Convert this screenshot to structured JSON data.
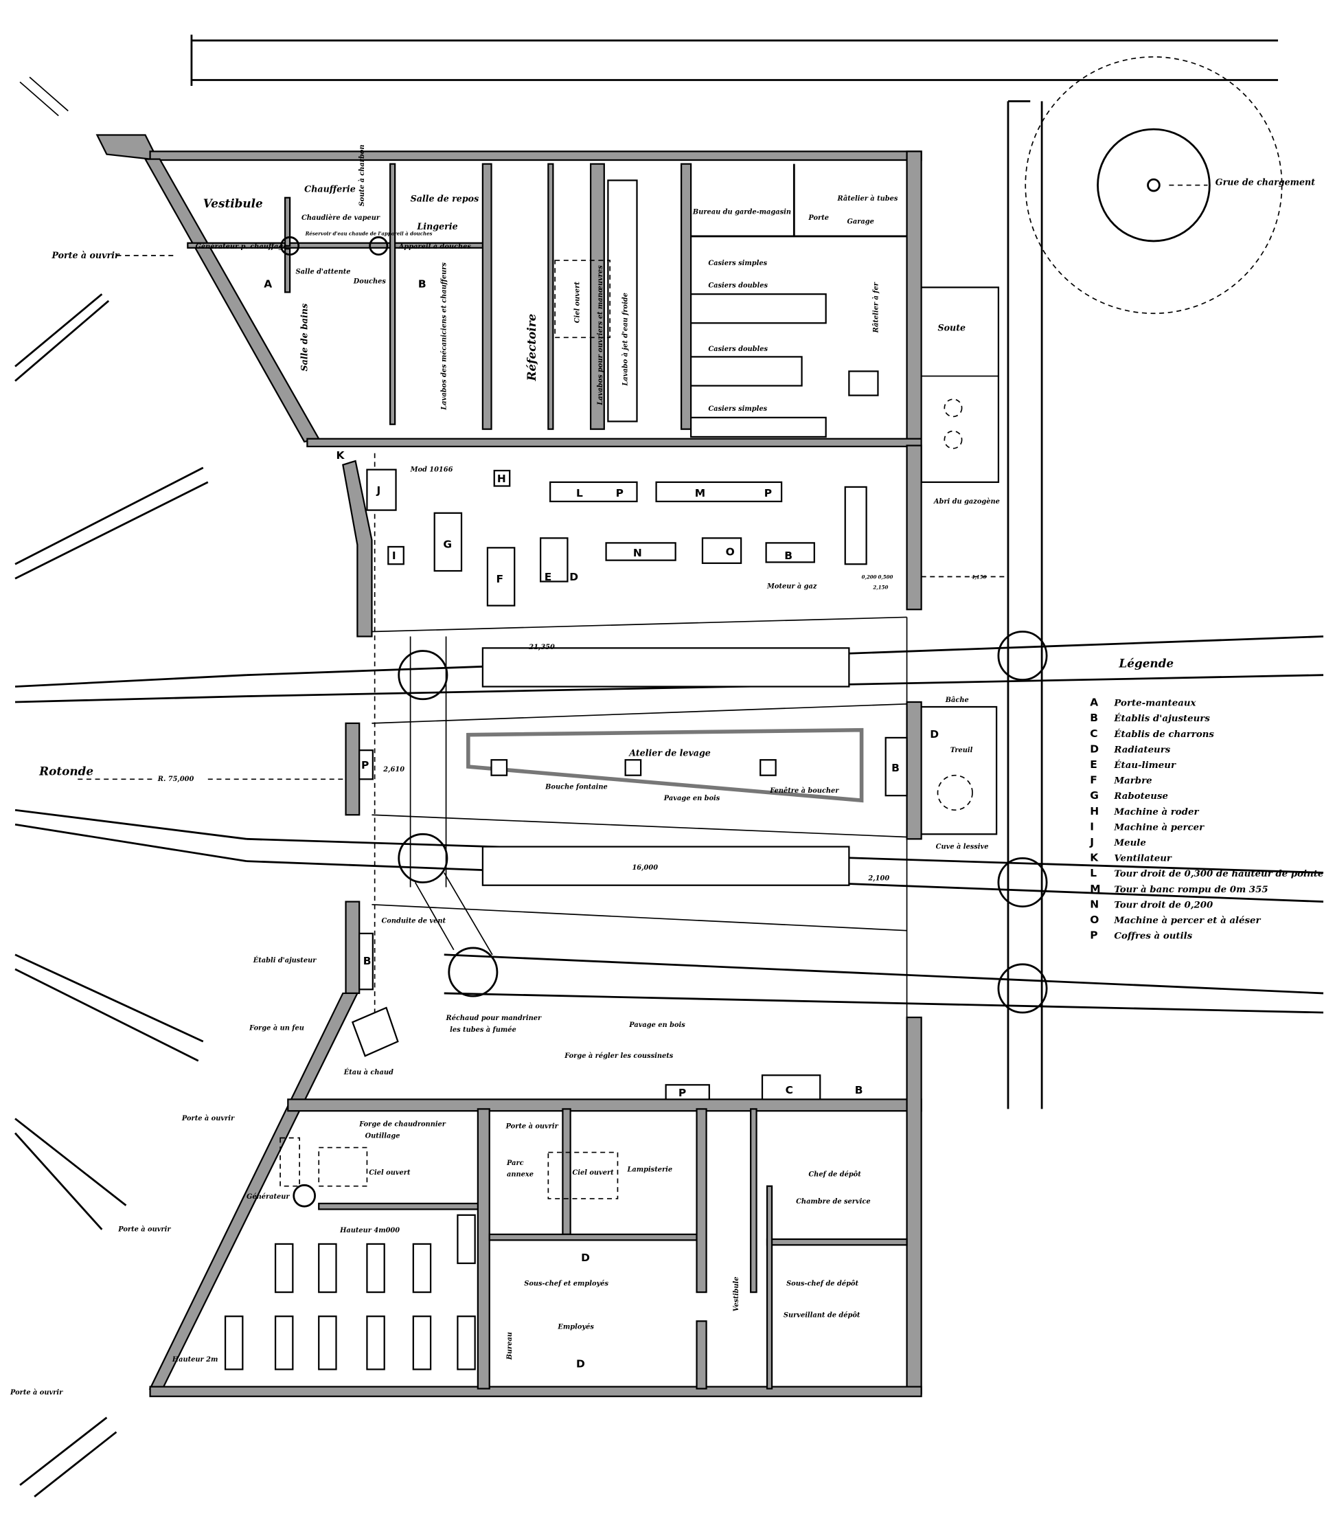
{
  "legend": {
    "title": "Légende",
    "items": [
      {
        "key": "A",
        "text": "Porte-manteaux"
      },
      {
        "key": "B",
        "text": "Établis d'ajusteurs"
      },
      {
        "key": "C",
        "text": "Établis de charrons"
      },
      {
        "key": "D",
        "text": "Radiateurs"
      },
      {
        "key": "E",
        "text": "Étau-limeur"
      },
      {
        "key": "F",
        "text": "Marbre"
      },
      {
        "key": "G",
        "text": "Raboteuse"
      },
      {
        "key": "H",
        "text": "Machine à roder"
      },
      {
        "key": "I",
        "text": "Machine à percer"
      },
      {
        "key": "J",
        "text": "Meule"
      },
      {
        "key": "K",
        "text": "Ventilateur"
      },
      {
        "key": "L",
        "text": "Tour droit de 0,300 de hauteur de pointe"
      },
      {
        "key": "M",
        "text": "Tour à banc rompu de 0m 355"
      },
      {
        "key": "N",
        "text": "Tour droit de 0,200"
      },
      {
        "key": "O",
        "text": "Machine à percer et à aléser"
      },
      {
        "key": "P",
        "text": "Coffres à outils"
      }
    ]
  },
  "upper": {
    "vestibule": "Vestibule",
    "chaufferie": "Chaufferie",
    "soute_charbon": "Soute à charbon",
    "salle_repos": "Salle de repos",
    "lingerie": "Lingerie",
    "chaudiere": "Chaudière de vapeur",
    "generateur": "Générateur p. chauffage",
    "reservoir": "Réservoir d'eau chaude de l'appareil à douches",
    "appareil_douches": "Appareil à douches",
    "salle_attente": "Salle d'attente",
    "douches": "Douches",
    "salle_bains": "Salle de bains",
    "lavabos_mec": "Lavabos des mécaniciens et chauffeurs",
    "refectoire": "Réfectoire",
    "ciel_ouvert": "Ciel ouvert",
    "lavabos_ouvriers": "Lavabos pour ouvriers et manœuvres",
    "lavabo_jet": "Lavabo à jet d'eau froide",
    "bureau_garde": "Bureau du garde-magasin",
    "porte": "Porte",
    "ratelier_tubes": "Râtelier à tubes",
    "garage": "Garage",
    "casiers_simples": "Casiers simples",
    "casiers_doubles": "Casiers doubles",
    "ratelier_fer": "Râtelier à fer",
    "soute": "Soute",
    "abri_gazogene": "Abri du gazogène",
    "grue": "Grue de chargement",
    "porte_ouvrir": "Porte à ouvrir",
    "letter_a": "A",
    "letter_b": "B"
  },
  "workshop": {
    "mod": "Mod 10166",
    "moteur": "Moteur à gaz",
    "dim_a": "0,200",
    "dim_b": "0,500",
    "dim_c": "2,150",
    "dim_d": "4,150",
    "machines": [
      "K",
      "J",
      "H",
      "L",
      "P",
      "M",
      "P",
      "G",
      "I",
      "F",
      "E",
      "D",
      "N",
      "O",
      "B"
    ]
  },
  "middle": {
    "dim_21350": "21,350",
    "rotonde": "Rotonde",
    "radius": "R. 75,000",
    "dim_2610": "2,610",
    "atelier_levage": "Atelier de levage",
    "bouche_fontaine": "Bouche fontaine",
    "pavage_bois": "Pavage en bois",
    "fenetre": "Fenêtre à boucher",
    "bache": "Bâche",
    "treuil": "Treuil",
    "cuve": "Cuve à lessive",
    "dim_16000": "16,000",
    "dim_2100": "2,100",
    "conduite": "Conduite de vent",
    "etabli": "Établi d'ajusteur",
    "letter_p": "P",
    "letter_b": "B",
    "letter_d": "D"
  },
  "lower": {
    "forge_feu": "Forge à un feu",
    "rechaud": "Réchaud pour mandriner",
    "rechaud2": "les tubes à fumée",
    "pavage_bois": "Pavage en bois",
    "forge_regler": "Forge à régler les coussinets",
    "etau_chaud": "Étau à chaud",
    "forge_chaud": "Forge de chaudronnier",
    "outillage": "Outillage",
    "porte_ouvrir": "Porte à ouvrir",
    "ciel_ouvert": "Ciel ouvert",
    "parc": "Parc",
    "annexe": "annexe",
    "lampisterie": "Lampisterie",
    "chef_depot": "Chef de dépôt",
    "chambre_service": "Chambre de service",
    "generateur": "Générateur",
    "hauteur": "Hauteur 4m000",
    "hauteur2": "Hauteur 2m",
    "sous_chef_employes": "Sous-chef et employés",
    "employes": "Employés",
    "vestibule": "Vestibule",
    "sous_chef_depot": "Sous-chef de dépôt",
    "surveillant": "Surveillant de dépôt",
    "bureau": "Bureau",
    "letter_c": "C",
    "letter_b": "B",
    "letter_p": "P",
    "letter_d": "D"
  }
}
